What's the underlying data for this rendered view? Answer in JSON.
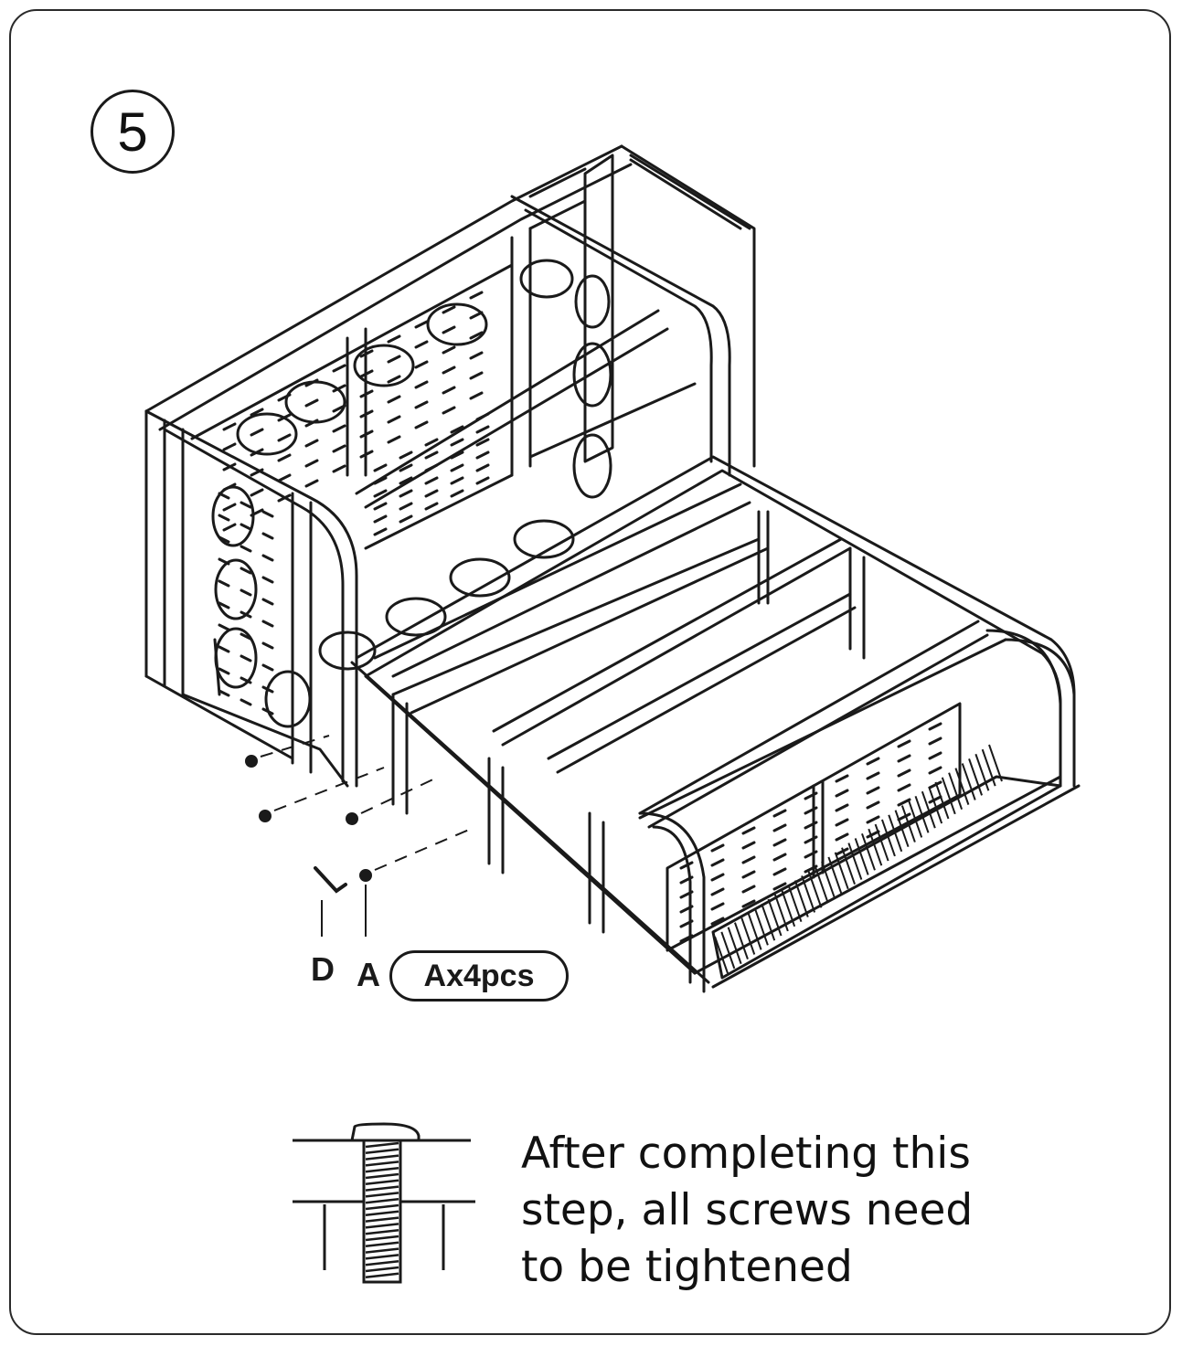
{
  "step": {
    "number": "5"
  },
  "parts": {
    "label_d": "D",
    "label_a": "A",
    "quantity": "Ax4pcs"
  },
  "note": {
    "lines": [
      "After completing this",
      "step, all screws need",
      "to be tightened"
    ]
  },
  "colors": {
    "line": "#1a1a1a",
    "background": "#ffffff"
  }
}
